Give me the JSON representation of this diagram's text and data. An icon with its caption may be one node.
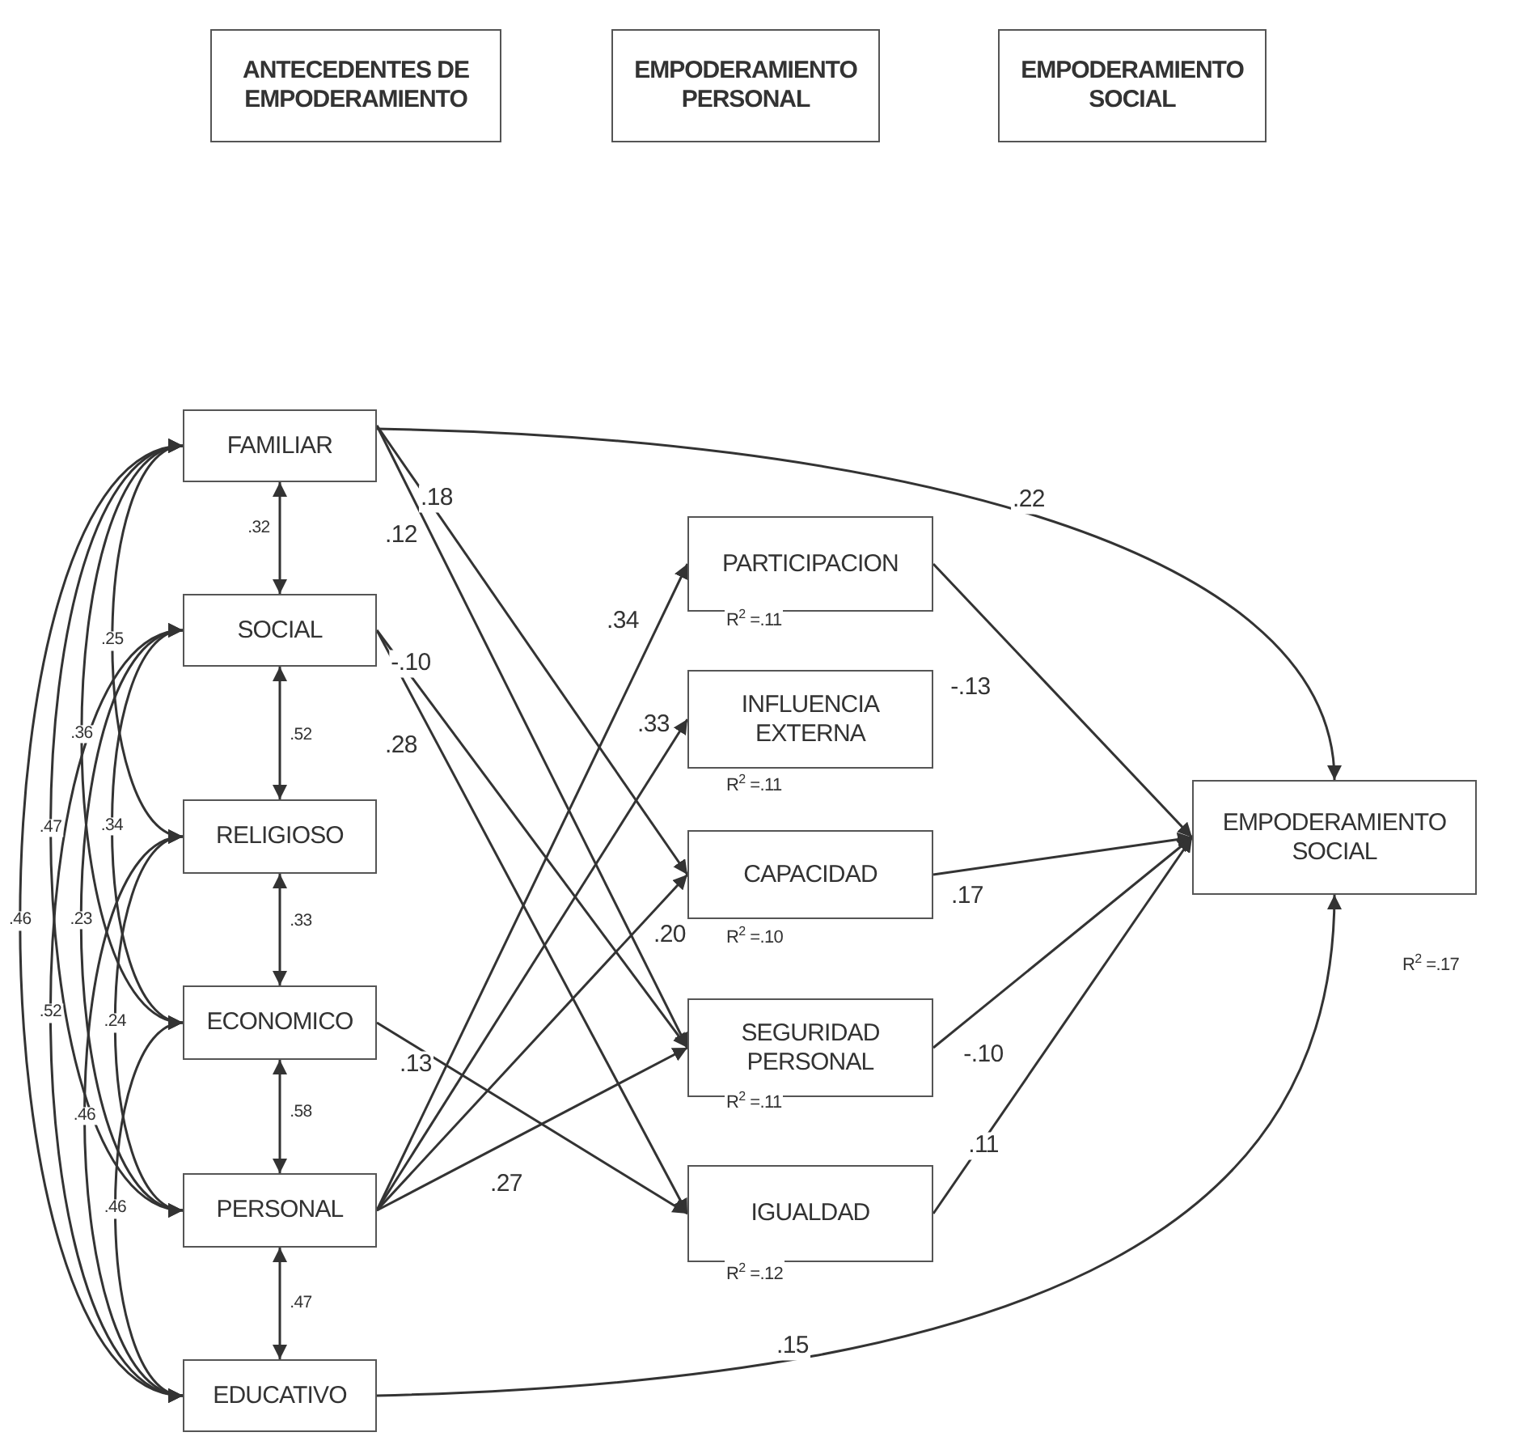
{
  "diagram": {
    "nodes": [
      {
        "text": [
          "ANTECEDENTES DE EMPODERAMIENTO"
        ]
      },
      {
        "text": [
          "EMPODERAMIENTO PERSONAL"
        ]
      },
      {
        "text": [
          "EMPODERAMIENTO SOCIAL"
        ]
      },
      {
        "text": [
          "FAMILIAR"
        ]
      },
      {
        "text": [
          "SOCIAL"
        ]
      },
      {
        "text": [
          "RELIGIOSO"
        ]
      },
      {
        "text": [
          "ECONOMICO"
        ]
      },
      {
        "text": [
          "PERSONAL"
        ]
      },
      {
        "text": [
          "EDUCATIVO"
        ]
      },
      {
        "text": [
          "PARTICIPACION"
        ],
        "beside": [
          "R$^{2}$ =.11"
        ]
      },
      {
        "text": [
          "INFLUENCIA EXTERNA"
        ],
        "beside": [
          "R$^{2}$ =.11"
        ]
      },
      {
        "text": [
          "CAPACIDAD"
        ],
        "beside": [
          "R$^{2}$ =.10"
        ]
      },
      {
        "text": [
          "SEGURIDAD PERSONAL"
        ],
        "beside": [
          "R$^{2}$ =.11"
        ]
      },
      {
        "text": [
          "IGUALDAD"
        ],
        "beside": [
          "R$^{2}$ =.12"
        ]
      },
      {
        "text": [
          "EMPODERAMIENTO SOCIAL"
        ],
        "beside": [
          "R$^{2}$ =.17"
        ]
      }
    ],
    "edges": [
      {
        "from": 3,
        "to": 11,
        "arrow": "to",
        "label": ".18"
      },
      {
        "from": 3,
        "to": 12,
        "arrow": "to",
        "label": ".12"
      },
      {
        "from": 3,
        "to": 14,
        "arrow": "to",
        "label": ".22"
      },
      {
        "from": 4,
        "to": 12,
        "arrow": "to",
        "label": "-.10"
      },
      {
        "from": 4,
        "to": 13,
        "arrow": "to",
        "label": ".28"
      },
      {
        "from": 6,
        "to": 13,
        "arrow": "to",
        "label": ".13"
      },
      {
        "from": 7,
        "to": 9,
        "arrow": "to",
        "label": ".34"
      },
      {
        "from": 7,
        "to": 10,
        "arrow": "to",
        "label": ".33"
      },
      {
        "from": 7,
        "to": 11,
        "arrow": "to",
        "label": ".20"
      },
      {
        "from": 7,
        "to": 12,
        "arrow": "to",
        "label": ".27"
      },
      {
        "from": 9,
        "to": 14,
        "arrow": "to",
        "label": "-.13"
      },
      {
        "from": 11,
        "to": 14,
        "arrow": "to",
        "label": ".17"
      },
      {
        "from": 12,
        "to": 14,
        "arrow": "to",
        "label": "-.10"
      },
      {
        "from": 13,
        "to": 14,
        "arrow": "to",
        "label": ".11"
      },
      {
        "from": 8,
        "to": 14,
        "arrow": "to",
        "label": ".15"
      },
      {
        "from": 3,
        "to": 4,
        "arrow": "both",
        "label": ".32"
      },
      {
        "from": 4,
        "to": 5,
        "arrow": "both",
        "label": ".52"
      },
      {
        "from": 5,
        "to": 6,
        "arrow": "both",
        "label": ".33"
      },
      {
        "from": 6,
        "to": 7,
        "arrow": "both",
        "label": ".58"
      },
      {
        "from": 7,
        "to": 8,
        "arrow": "both",
        "label": ".47"
      },
      {
        "from": 3,
        "to": 5,
        "arrow": "both",
        "label": ".25"
      },
      {
        "from": 3,
        "to": 6,
        "arrow": "both",
        "label": ".36"
      },
      {
        "from": 3,
        "to": 7,
        "arrow": "both",
        "label": ".47"
      },
      {
        "from": 3,
        "to": 8,
        "arrow": "both",
        "label": ".46"
      },
      {
        "from": 4,
        "to": 6,
        "arrow": "both",
        "label": ".34"
      },
      {
        "from": 4,
        "to": 7,
        "arrow": "both",
        "label": ".23"
      },
      {
        "from": 4,
        "to": 8,
        "arrow": "both",
        "label": ".52"
      },
      {
        "from": 5,
        "to": 7,
        "arrow": "both",
        "label": ".24"
      },
      {
        "from": 5,
        "to": 8,
        "arrow": "both",
        "label": ".46"
      },
      {
        "from": 6,
        "to": 8,
        "arrow": "both",
        "label": ".46"
      }
    ]
  }
}
